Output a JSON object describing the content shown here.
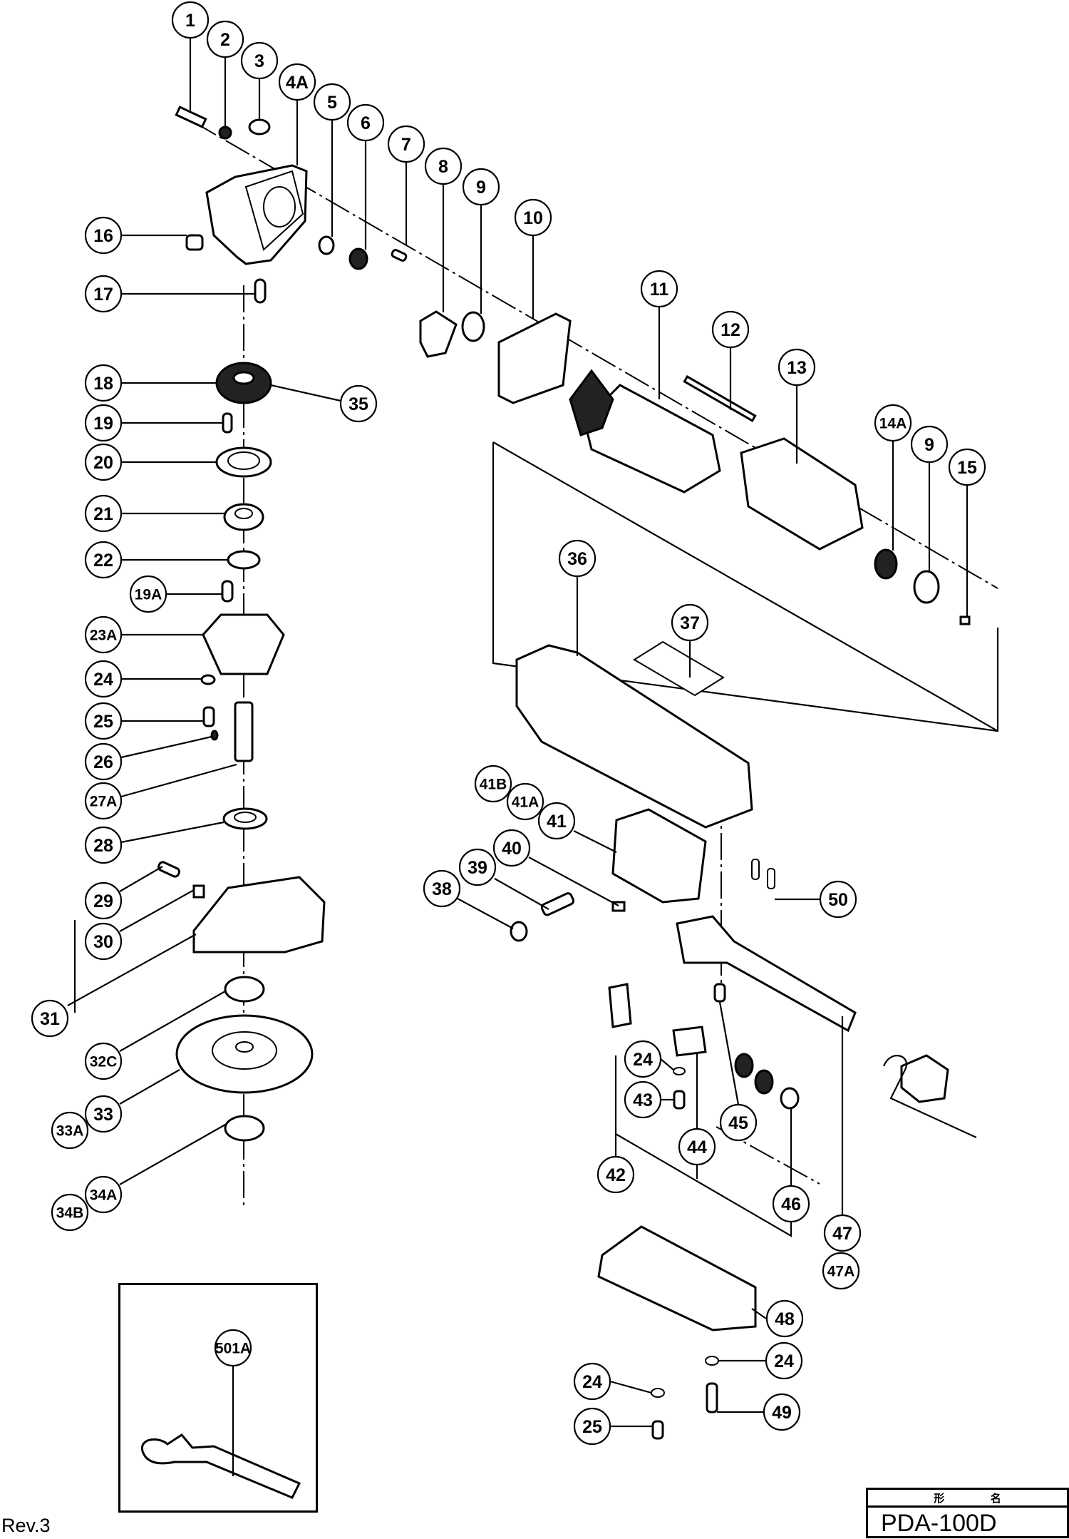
{
  "document": {
    "type": "exploded parts diagram",
    "model": "PDA-100D",
    "title_block_header": [
      "形",
      "名"
    ],
    "revision": "Rev.3"
  },
  "callouts": [
    {
      "id": "1"
    },
    {
      "id": "2"
    },
    {
      "id": "3"
    },
    {
      "id": "4A"
    },
    {
      "id": "5"
    },
    {
      "id": "6"
    },
    {
      "id": "7"
    },
    {
      "id": "8"
    },
    {
      "id": "9"
    },
    {
      "id": "10"
    },
    {
      "id": "11"
    },
    {
      "id": "12"
    },
    {
      "id": "13"
    },
    {
      "id": "14A"
    },
    {
      "id": "9"
    },
    {
      "id": "15"
    },
    {
      "id": "16"
    },
    {
      "id": "17"
    },
    {
      "id": "18"
    },
    {
      "id": "35"
    },
    {
      "id": "19"
    },
    {
      "id": "20"
    },
    {
      "id": "21"
    },
    {
      "id": "22"
    },
    {
      "id": "19A"
    },
    {
      "id": "23A"
    },
    {
      "id": "24"
    },
    {
      "id": "25"
    },
    {
      "id": "26"
    },
    {
      "id": "27A"
    },
    {
      "id": "28"
    },
    {
      "id": "29"
    },
    {
      "id": "30"
    },
    {
      "id": "31"
    },
    {
      "id": "32C"
    },
    {
      "id": "33"
    },
    {
      "id": "33A"
    },
    {
      "id": "34A"
    },
    {
      "id": "34B"
    },
    {
      "id": "36"
    },
    {
      "id": "37"
    },
    {
      "id": "41B"
    },
    {
      "id": "41A"
    },
    {
      "id": "41"
    },
    {
      "id": "40"
    },
    {
      "id": "39"
    },
    {
      "id": "38"
    },
    {
      "id": "50"
    },
    {
      "id": "24"
    },
    {
      "id": "43"
    },
    {
      "id": "45"
    },
    {
      "id": "44"
    },
    {
      "id": "42"
    },
    {
      "id": "46"
    },
    {
      "id": "47"
    },
    {
      "id": "47A"
    },
    {
      "id": "48"
    },
    {
      "id": "24"
    },
    {
      "id": "24"
    },
    {
      "id": "49"
    },
    {
      "id": "25"
    },
    {
      "id": "501A"
    }
  ],
  "accessory_box": {
    "callout": "501A",
    "part": "wrench"
  }
}
